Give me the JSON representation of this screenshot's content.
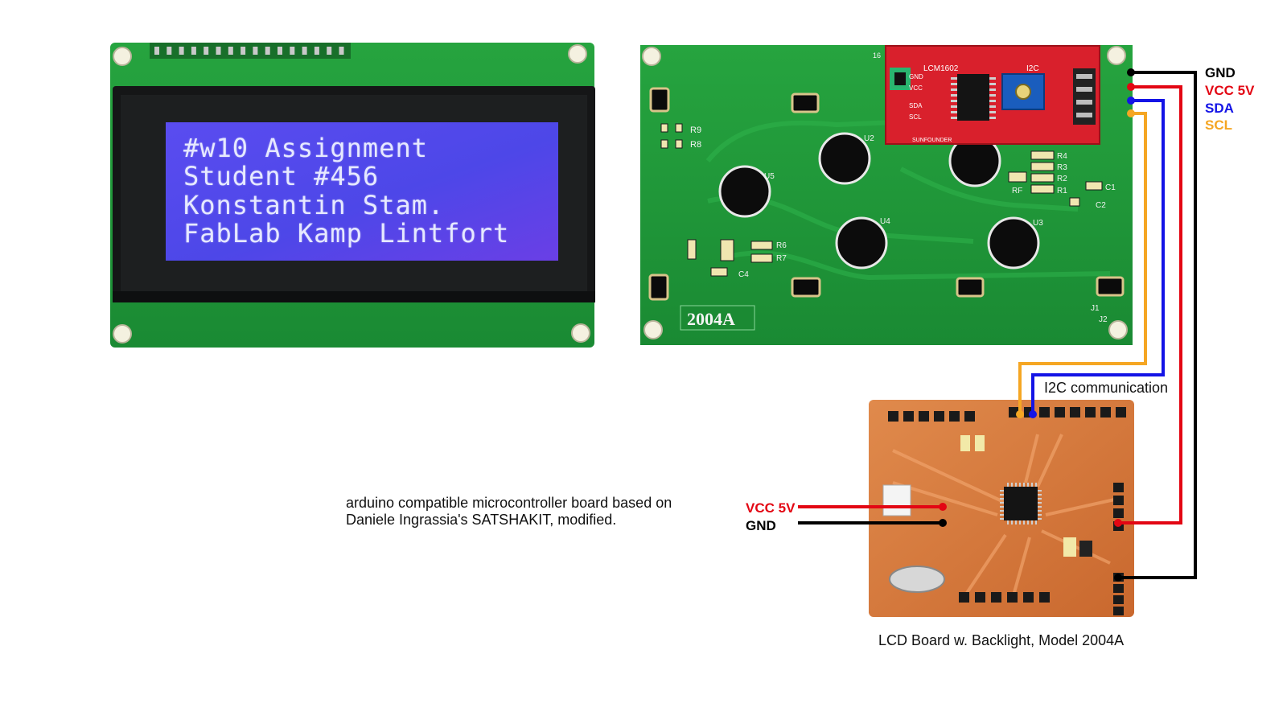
{
  "lcd_front": {
    "lines": [
      "#w10 Assignment",
      "Student #456",
      "Konstantin Stam.",
      "FabLab Kamp Lintfort"
    ]
  },
  "lcd_back": {
    "model_marking": "2004A",
    "module_title": "LCM1602",
    "module_protocol": "I2C",
    "module_pins": [
      "GND",
      "VCC",
      "SDA",
      "SCL"
    ],
    "module_brand": "SUNFOUNDER",
    "silkscreen": {
      "r9": "R9",
      "r8": "R8",
      "u5": "U5",
      "u2": "U2",
      "u4": "U4",
      "u3": "U3",
      "r4": "R4",
      "r3": "R3",
      "r2": "R2",
      "r1": "R1",
      "rf": "RF",
      "c1": "C1",
      "c2": "C2",
      "r6": "R6",
      "r7": "R7",
      "c4": "C4",
      "j1": "J1",
      "j2": "J2",
      "pin16": "16"
    }
  },
  "wires": {
    "gnd": {
      "label": "GND",
      "color": "#000000"
    },
    "vcc": {
      "label": "VCC 5V",
      "color": "#e30613"
    },
    "sda": {
      "label": "SDA",
      "color": "#1414e6"
    },
    "scl": {
      "label": "SCL",
      "color": "#f5a623"
    },
    "vcc_in": {
      "label": "VCC 5V",
      "color": "#e30613"
    },
    "gnd_in": {
      "label": "GND",
      "color": "#000000"
    }
  },
  "captions": {
    "i2c": "I2C communication",
    "mcu_line1": "arduino compatible microcontroller board based on",
    "mcu_line2": "Daniele Ingrassia's SATSHAKIT, modified.",
    "lcd_board": "LCD Board w. Backlight, Model 2004A"
  },
  "colors": {
    "pcb_green": "#1f9b3a",
    "lcd_blue": "#4a46e6",
    "module_red": "#d9202c",
    "mcu_copper": "#d8793f"
  }
}
